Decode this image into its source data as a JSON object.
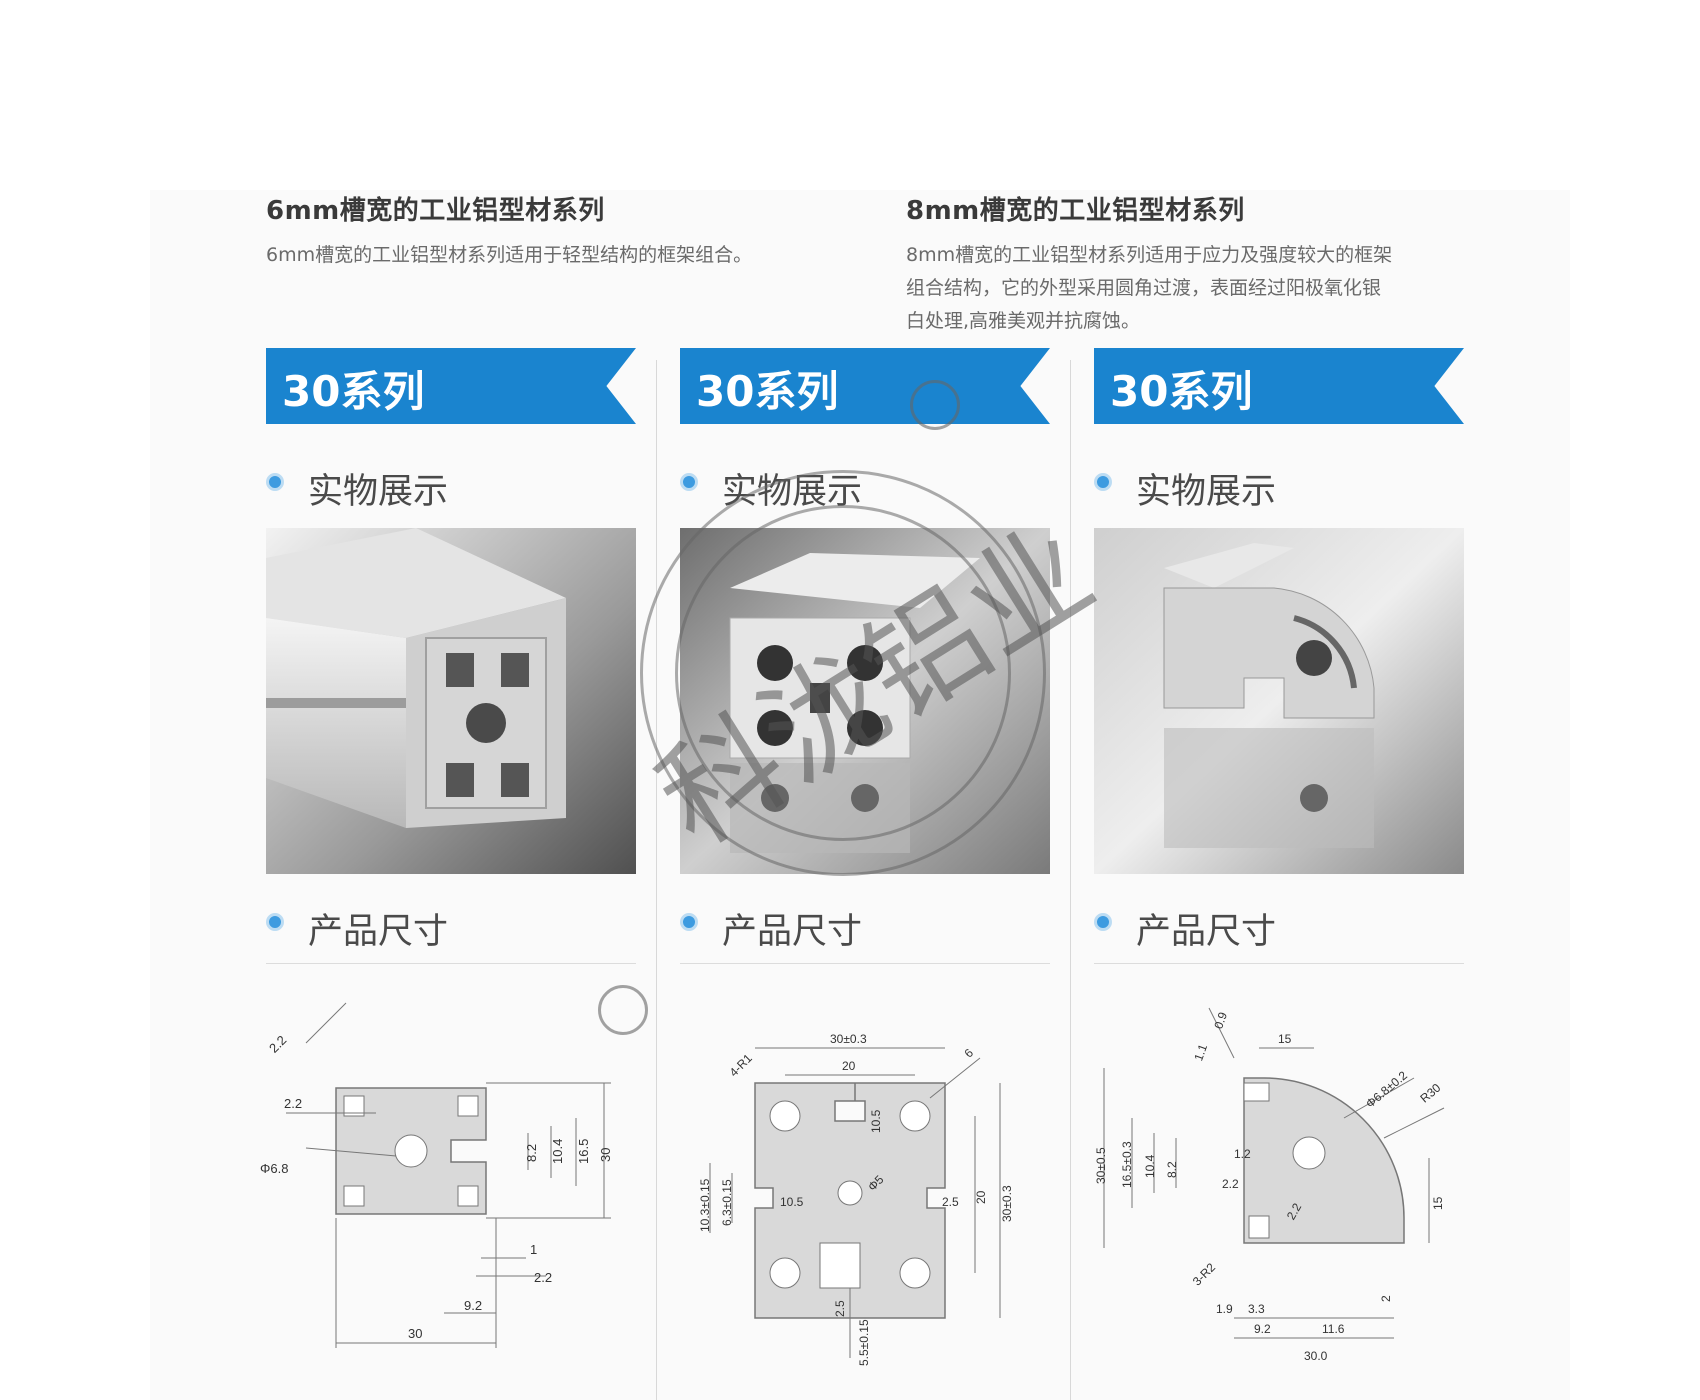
{
  "left_section": {
    "title": "6mm槽宽的工业铝型材系列",
    "description": "6mm槽宽的工业铝型材系列适用于轻型结构的框架组合。"
  },
  "right_section": {
    "title": "8mm槽宽的工业铝型材系列",
    "description_lines": [
      "8mm槽宽的工业铝型材系列适用于应力及强度较大的框架",
      "组合结构，它的外型采用圆角过渡，表面经过阳极氧化银",
      "白处理,高雅美观并抗腐蚀。"
    ]
  },
  "columns": [
    {
      "series": "30系列",
      "photo_heading": "实物展示",
      "size_heading": "产品尺寸",
      "profile": "square-3030",
      "dims": [
        "2.2",
        "2.2",
        "Φ6.8",
        "8.2",
        "10.4",
        "16.5",
        "30",
        "1",
        "2.2",
        "9.2",
        "30"
      ]
    },
    {
      "series": "30系列",
      "photo_heading": "实物展示",
      "size_heading": "产品尺寸",
      "profile": "square-3030-8",
      "dims": [
        "30±0.3",
        "20",
        "4-R1",
        "6",
        "10.5",
        "10.3±0.15",
        "6.3±0.15",
        "10.5",
        "Φ5",
        "2.5",
        "20",
        "30±0.3",
        "2.5",
        "5.5±0.15"
      ]
    },
    {
      "series": "30系列",
      "photo_heading": "实物展示",
      "size_heading": "产品尺寸",
      "profile": "quarter-round-R30",
      "dims": [
        "0.9",
        "1.1",
        "15",
        "Φ6.8±0.2",
        "R30",
        "30±0.5",
        "16.5±0.3",
        "10.4",
        "8.2",
        "1.2",
        "2.2",
        "3-R2",
        "2.2",
        "15",
        "1.9",
        "3.3",
        "9.2",
        "11.6",
        "2",
        "30.0"
      ]
    }
  ],
  "watermark": {
    "text": "科泷铝业",
    "color": "#555555"
  },
  "colors": {
    "banner": "#1a84cf",
    "bullet": "#3d9be0",
    "profile_fill": "#d9d9d9"
  }
}
